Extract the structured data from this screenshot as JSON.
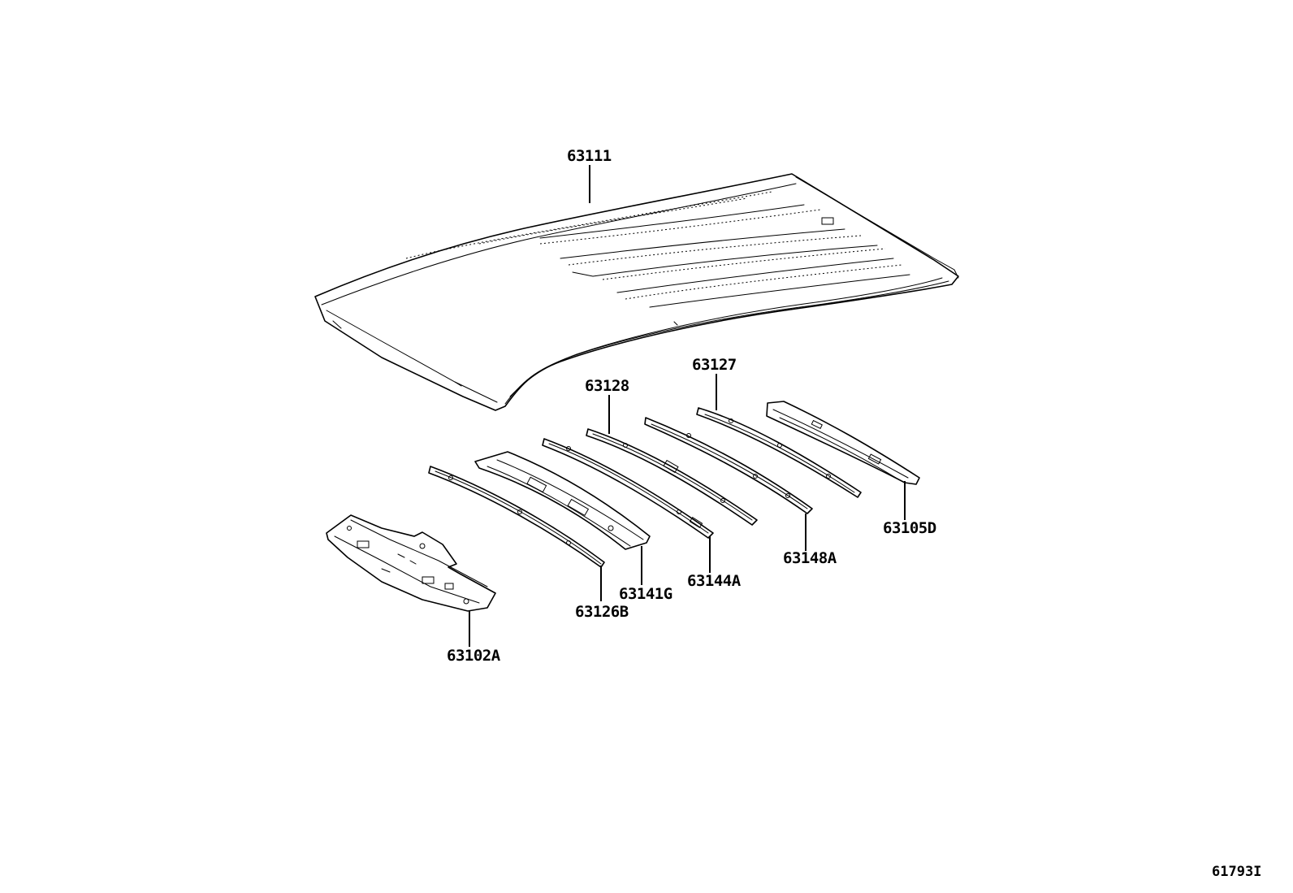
{
  "parts": [
    {
      "id": "roof-panel",
      "number": "63111"
    },
    {
      "id": "rail-63127",
      "number": "63127"
    },
    {
      "id": "rail-63128",
      "number": "63128"
    },
    {
      "id": "rail-63105D",
      "number": "63105D"
    },
    {
      "id": "rail-63148A",
      "number": "63148A"
    },
    {
      "id": "rail-63144A",
      "number": "63144A"
    },
    {
      "id": "rail-63141G",
      "number": "63141G"
    },
    {
      "id": "rail-63126B",
      "number": "63126B"
    },
    {
      "id": "panel-63102A",
      "number": "63102A"
    }
  ],
  "diagram_id": "61793I"
}
